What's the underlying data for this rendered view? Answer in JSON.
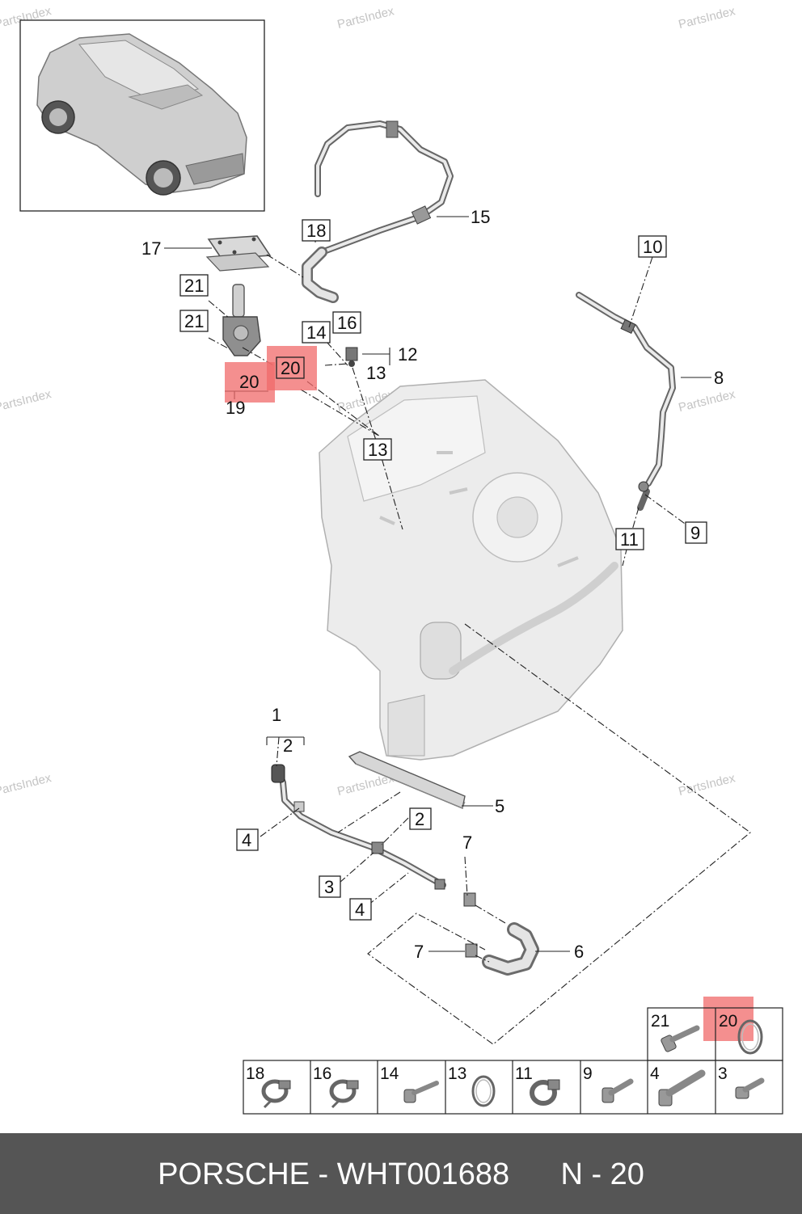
{
  "watermark": "PartsIndex",
  "callouts": {
    "c1": "1",
    "c2a": "2",
    "c2b": "2",
    "c3": "3",
    "c4a": "4",
    "c4b": "4",
    "c5": "5",
    "c6": "6",
    "c7a": "7",
    "c7b": "7",
    "c8": "8",
    "c9": "9",
    "c10": "10",
    "c11": "11",
    "c12": "12",
    "c13a": "13",
    "c13b": "13",
    "c14": "14",
    "c15": "15",
    "c16": "16",
    "c17": "17",
    "c18": "18",
    "c19": "19",
    "c20a": "20",
    "c20b": "20",
    "c21a": "21",
    "c21b": "21"
  },
  "legend": {
    "top_row": [
      "21",
      "20"
    ],
    "bottom_row": [
      "18",
      "16",
      "14",
      "13",
      "11",
      "9",
      "4",
      "3"
    ]
  },
  "highlight": {
    "part_number": "20",
    "color": "#f06a6a"
  },
  "footer": {
    "brand": "PORSCHE",
    "separator": " - ",
    "part_code": "WHT001688",
    "position_label": "N - 20",
    "background": "#555555"
  }
}
